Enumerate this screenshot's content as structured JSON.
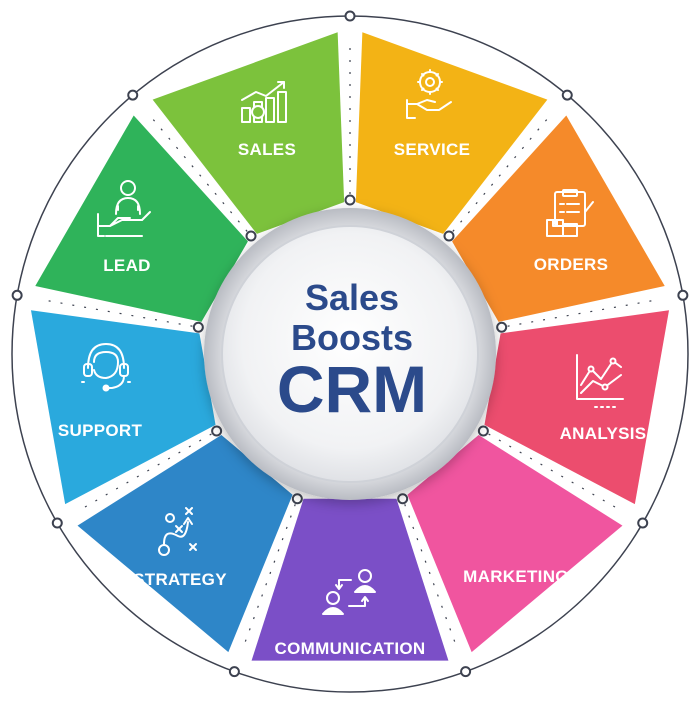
{
  "center": {
    "line1": "Sales",
    "line2": "Boosts",
    "line3": "CRM",
    "text_color": "#2b4a8b"
  },
  "segments": [
    {
      "label": "SALES",
      "color": "#7cc23c",
      "icon": "money-growth-icon"
    },
    {
      "label": "SERVICE",
      "color": "#f3b315",
      "icon": "gear-hand-icon"
    },
    {
      "label": "ORDERS",
      "color": "#f58a2a",
      "icon": "clipboard-boxes-icon"
    },
    {
      "label": "ANALYSIS",
      "color": "#ec4d6e",
      "icon": "line-chart-icon"
    },
    {
      "label": "MARKETING",
      "color": "#f0559f",
      "icon": "none"
    },
    {
      "label": "COMMUNICATION",
      "color": "#7b4fc7",
      "icon": "people-exchange-icon"
    },
    {
      "label": "STRATEGY",
      "color": "#2e86c8",
      "icon": "strategy-play-icon"
    },
    {
      "label": "SUPPORT",
      "color": "#2aa9dd",
      "icon": "headset-icon"
    },
    {
      "label": "LEAD",
      "color": "#2fb35a",
      "icon": "hand-person-icon"
    }
  ],
  "ring_color": "#3d4250"
}
